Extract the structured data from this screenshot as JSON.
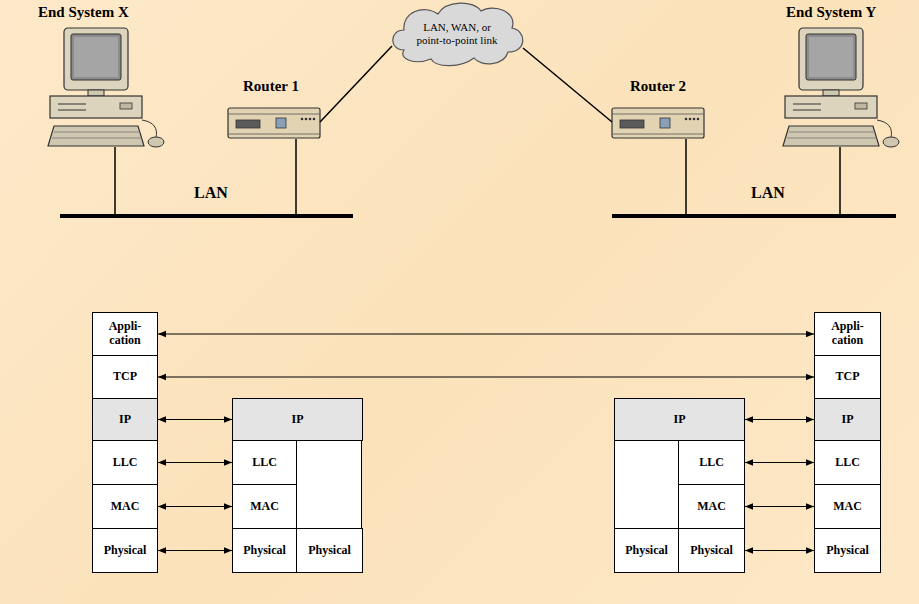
{
  "diagram": {
    "nodes": [
      {
        "text": [
          "LAN, WAN, or point-to-point link"
        ]
      },
      {
        "text": [
          "Appli- cation"
        ]
      },
      {
        "text": [
          "TCP"
        ]
      },
      {
        "text": [
          "IP"
        ]
      },
      {
        "text": [
          "LLC"
        ]
      },
      {
        "text": [
          "MAC"
        ]
      },
      {
        "text": [
          "Physical"
        ]
      },
      {
        "text": [
          "IP"
        ]
      },
      {
        "text": [
          "LLC"
        ]
      },
      {
        "text": [
          "MAC"
        ]
      },
      {
        "text": [
          "Physical"
        ]
      },
      {
        "text": [
          "Physical"
        ]
      },
      {
        "text": [
          "IP"
        ]
      },
      {
        "text": [
          "LLC"
        ]
      },
      {
        "text": [
          "MAC"
        ]
      },
      {
        "text": [
          "Physical"
        ]
      },
      {
        "text": [
          "Physical"
        ]
      },
      {
        "text": [
          "Appli- cation"
        ]
      },
      {
        "text": [
          "TCP"
        ]
      },
      {
        "text": [
          "IP"
        ]
      },
      {
        "text": [
          "LLC"
        ]
      },
      {
        "text": [
          "MAC"
        ]
      },
      {
        "text": [
          "Physical"
        ]
      }
    ],
    "edges": [
      {
        "from": 1,
        "to": 17,
        "arrow": "both"
      },
      {
        "from": 2,
        "to": 18,
        "arrow": "both"
      },
      {
        "from": 3,
        "to": 7,
        "arrow": "both"
      },
      {
        "from": 4,
        "to": 8,
        "arrow": "both"
      },
      {
        "from": 5,
        "to": 9,
        "arrow": "both"
      },
      {
        "from": 6,
        "to": 10,
        "arrow": "both"
      },
      {
        "from": 12,
        "to": 19,
        "arrow": "both"
      },
      {
        "from": 13,
        "to": 20,
        "arrow": "both"
      },
      {
        "from": 14,
        "to": 21,
        "arrow": "both"
      },
      {
        "from": 16,
        "to": 22,
        "arrow": "both"
      }
    ],
    "labels": [
      "End System X",
      "Router 1",
      "Router 2",
      "End System Y",
      "LAN",
      "LAN"
    ]
  }
}
